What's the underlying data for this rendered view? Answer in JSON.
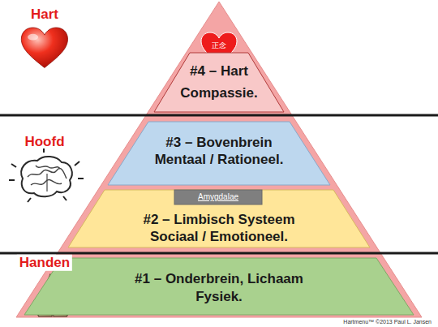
{
  "diagram": {
    "nodes": [
      {
        "text": [
          "正念"
        ]
      },
      {
        "text": [
          "#4 – Hart",
          "Compassie."
        ]
      },
      {
        "text": [
          "#3 – Bovenbrein",
          "Mentaal / Rationeel."
        ]
      },
      {
        "text": [
          "#2 – Limbisch Systeem",
          "Sociaal / Emotioneel."
        ]
      },
      {
        "text": [
          "Amygdalae"
        ],
        "in": 3
      },
      {
        "text": [
          "#1 – Onderbrein, Lichaam",
          "Fysiek."
        ]
      }
    ],
    "labels": [
      "Hart",
      "Hoofd",
      "Handen",
      "Hartmenu™ ©2013 Paul L. Jansen"
    ]
  }
}
